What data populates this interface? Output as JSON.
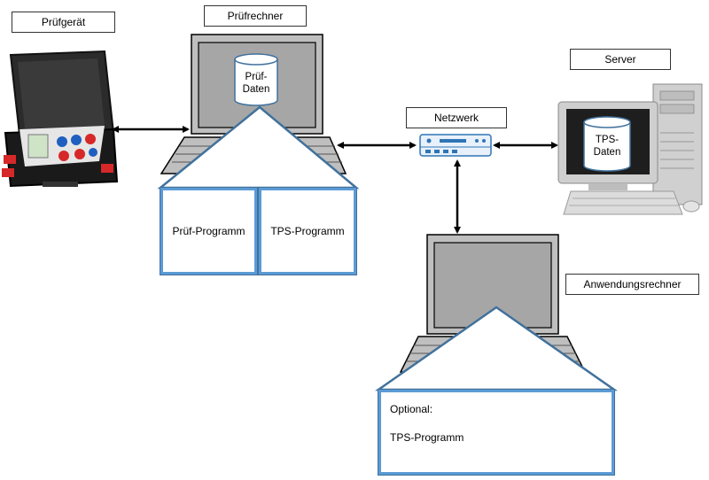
{
  "labels": {
    "pruefgeraet": "Prüfgerät",
    "pruefrechner": "Prüfrechner",
    "server": "Server",
    "netzwerk": "Netzwerk",
    "anwendungsrechner": "Anwendungsrechner"
  },
  "databases": {
    "pruef_daten_line1": "Prüf-",
    "pruef_daten_line2": "Daten",
    "tps_daten_line1": "TPS-",
    "tps_daten_line2": "Daten"
  },
  "programs": {
    "pruef_programm": "Prüf-Programm",
    "tps_programm_left": "TPS-Programm",
    "optional_label": "Optional:",
    "tps_programm_optional": "TPS-Programm"
  },
  "colors": {
    "accent_blue": "#5b9bd5",
    "device_gray": "#bfbfbf",
    "screen_gray": "#a6a6a6",
    "case_black": "#1a1a1a",
    "socket_red": "#d62828",
    "socket_blue": "#1f5fbf"
  },
  "icons": [
    "laptop-icon",
    "database-icon",
    "network-switch-icon",
    "desktop-computer-icon",
    "test-device-case-icon"
  ]
}
